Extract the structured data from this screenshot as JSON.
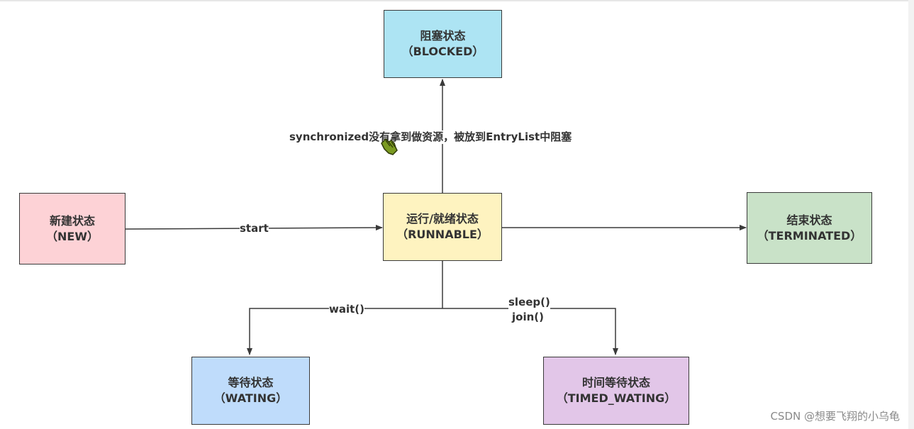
{
  "states": {
    "blocked": {
      "title": "阻塞状态",
      "subtitle": "（BLOCKED）",
      "color": "#ade4f3"
    },
    "new": {
      "title": "新建状态",
      "subtitle": "（NEW）",
      "color": "#fdd2d6"
    },
    "runnable": {
      "title": "运行/就绪状态",
      "subtitle": "（RUNNABLE）",
      "color": "#fef3c0"
    },
    "terminated": {
      "title": "结束状态",
      "subtitle": "（TERMINATED）",
      "color": "#c9e2c8"
    },
    "waiting": {
      "title": "等待状态",
      "subtitle": "（WATING）",
      "color": "#bfdcfb"
    },
    "timed_waiting": {
      "title": "时间等待状态",
      "subtitle": "（TIMED_WATING）",
      "color": "#e2c6e8"
    }
  },
  "edges": {
    "start": "start",
    "synchronized": "synchronized没有拿到做资源，被放到EntryList中阻塞",
    "wait": "wait()",
    "sleep": "sleep()",
    "join": "join()"
  },
  "colors": {
    "line": "#3a3a3a",
    "text": "#333333"
  },
  "watermark": "CSDN @想要飞翔的小乌龟"
}
